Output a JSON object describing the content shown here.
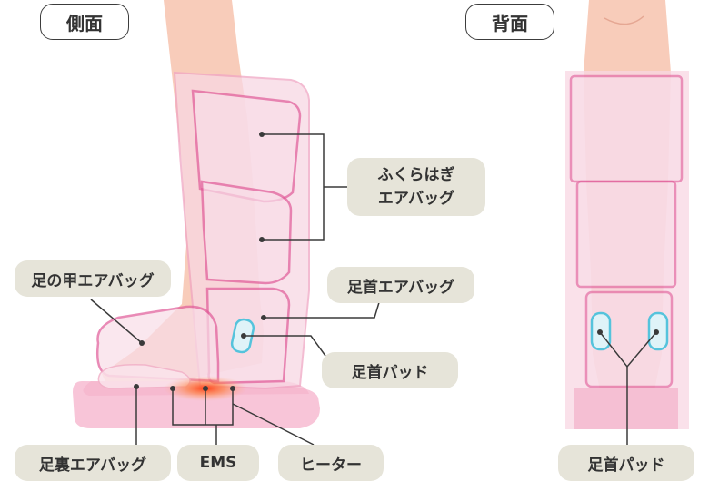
{
  "views": {
    "side": "側面",
    "back": "背面"
  },
  "labels": {
    "calf_airbag_line1": "ふくらはぎ",
    "calf_airbag_line2": "エアバッグ",
    "instep_airbag": "足の甲エアバッグ",
    "ankle_airbag": "足首エアバッグ",
    "ankle_pad_side": "足首パッド",
    "sole_airbag": "足裏エアバッグ",
    "ems": "EMS",
    "heater": "ヒーター",
    "ankle_pad_back": "足首パッド"
  },
  "colors": {
    "skin": "#f7c6b3",
    "device_fill": "#f8d7e3",
    "device_stroke": "#e05a98",
    "pad_stroke": "#55c3dc",
    "tag_fill": "#e6e4d9",
    "heat_glow": "#ff4a1a"
  }
}
